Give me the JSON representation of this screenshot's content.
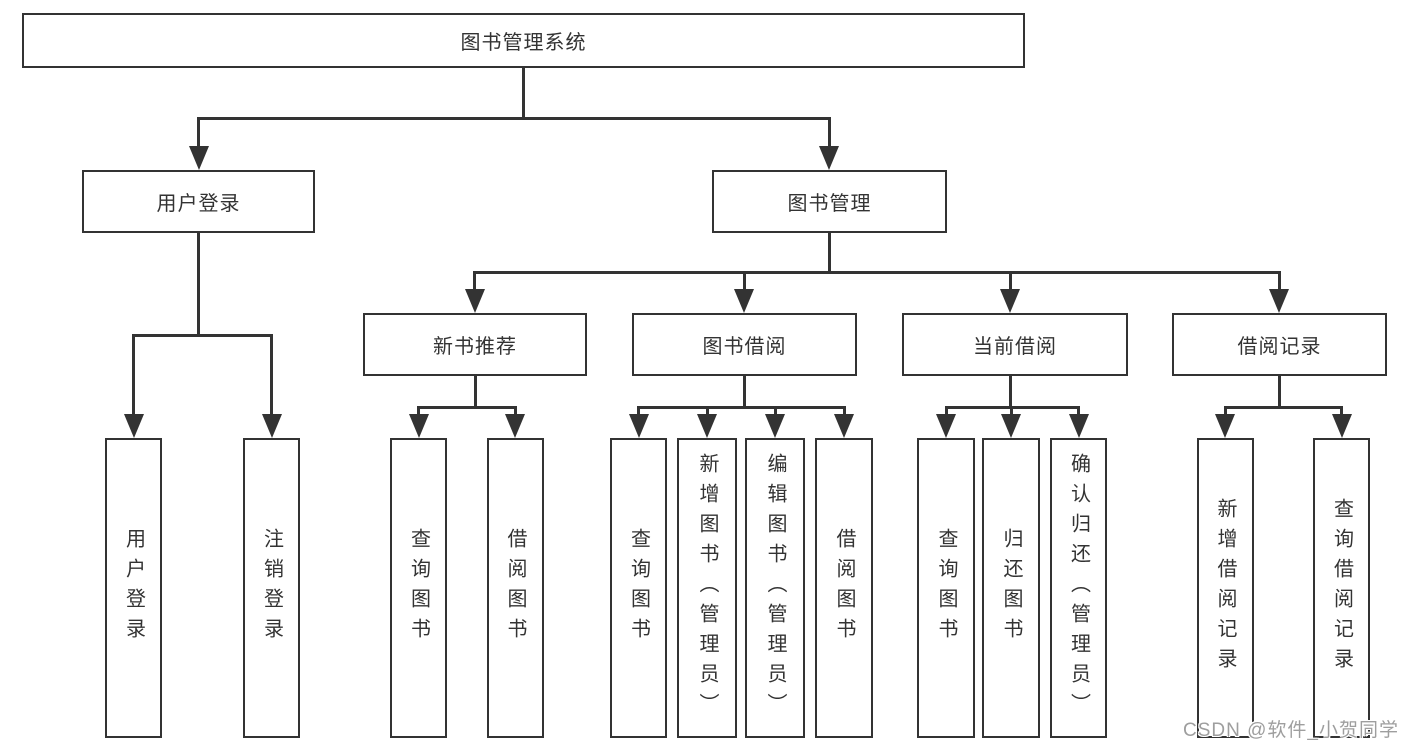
{
  "diagram": {
    "line_color": "#333333",
    "text_color": "#333333",
    "background": "#ffffff",
    "nodes": {
      "root": {
        "label": "图书管理系统"
      },
      "user_login": {
        "label": "用户登录"
      },
      "book_mgmt": {
        "label": "图书管理"
      },
      "new_book_rec": {
        "label": "新书推荐"
      },
      "book_borrow": {
        "label": "图书借阅"
      },
      "current_borrow": {
        "label": "当前借阅"
      },
      "borrow_records": {
        "label": "借阅记录"
      },
      "leaf_user_login": {
        "label": "用户登录"
      },
      "leaf_logout": {
        "label": "注销登录"
      },
      "leaf_query_book_rec": {
        "label": "查询图书"
      },
      "leaf_borrow_book_rec": {
        "label": "借阅图书"
      },
      "leaf_query_book_borrow": {
        "label": "查询图书"
      },
      "leaf_add_book_admin": {
        "label": "新增图书（管理员）"
      },
      "leaf_edit_book_admin": {
        "label": "编辑图书（管理员）"
      },
      "leaf_borrow_book_borrow": {
        "label": "借阅图书"
      },
      "leaf_query_book_current": {
        "label": "查询图书"
      },
      "leaf_return_book": {
        "label": "归还图书"
      },
      "leaf_confirm_return_admin": {
        "label": "确认归还（管理员）"
      },
      "leaf_add_borrow_record": {
        "label": "新增借阅记录"
      },
      "leaf_query_borrow_record": {
        "label": "查询借阅记录"
      }
    }
  },
  "watermark": {
    "text": "CSDN @软件_小贺同学",
    "color": "#9e9e9e"
  }
}
